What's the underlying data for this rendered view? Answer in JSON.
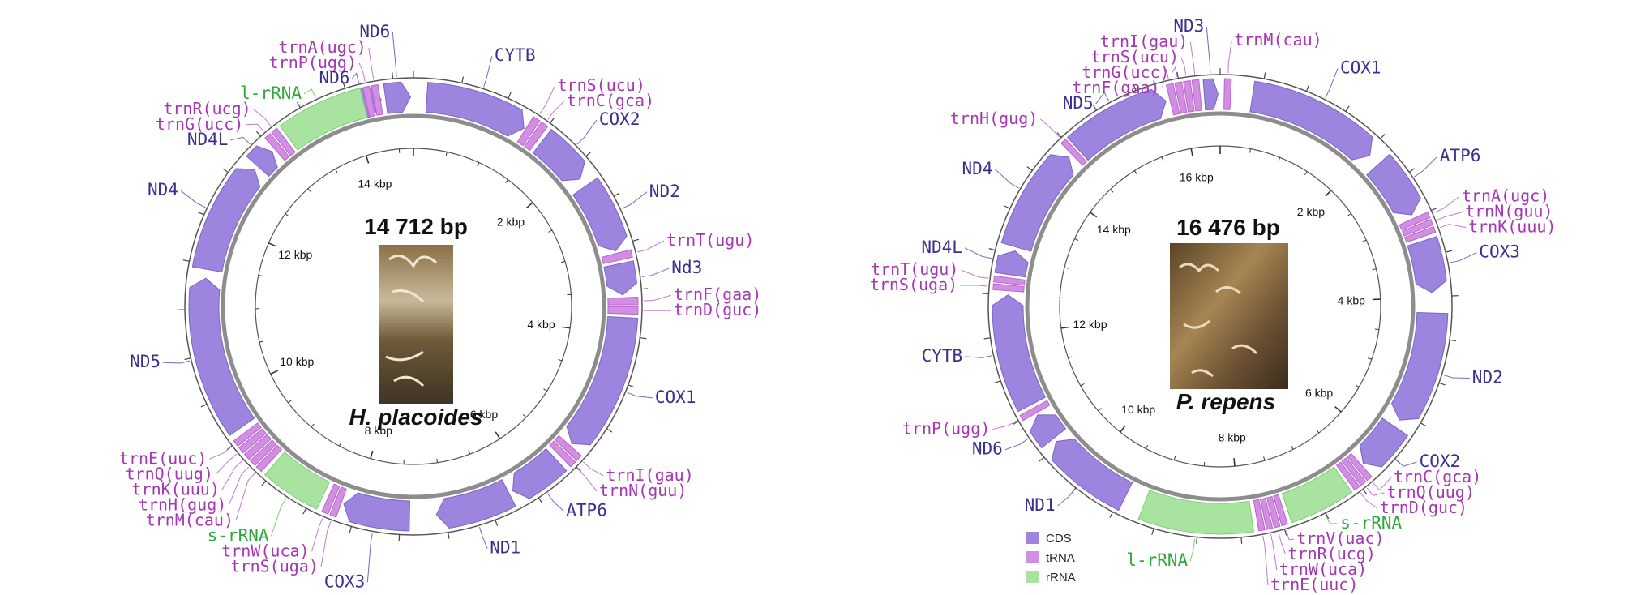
{
  "colors": {
    "cds": "#9d84de",
    "cds_stroke": "#7c64c4",
    "trna": "#d28ee2",
    "rrna": "#a8e4a0",
    "ring": "#7c7c7c"
  },
  "legend": [
    {
      "key": "cds",
      "label": "CDS"
    },
    {
      "key": "trna",
      "label": "tRNA"
    },
    {
      "key": "rrna",
      "label": "rRNA"
    }
  ],
  "maps": [
    {
      "id": "h-placoides",
      "bp_label": "14 712 bp",
      "species": "H. placoides",
      "genome_kbp": 14.712,
      "kbp_ticks": [
        {
          "kbp": 2,
          "label": "2 kbp"
        },
        {
          "kbp": 4,
          "label": "4 kbp"
        },
        {
          "kbp": 6,
          "label": "6 kbp"
        },
        {
          "kbp": 8,
          "label": "8 kbp"
        },
        {
          "kbp": 10,
          "label": "10 kbp"
        },
        {
          "kbp": 12,
          "label": "12 kbp"
        },
        {
          "kbp": 14,
          "label": "14 kbp"
        }
      ],
      "features": [
        {
          "type": "cds",
          "strand": "inner",
          "start": 13.95,
          "end": 14.35,
          "label": "ND6"
        },
        {
          "type": "cds",
          "strand": "inner",
          "start": 14.4,
          "end": 14.68,
          "label": "ND6"
        },
        {
          "type": "cds",
          "strand": "inner",
          "start": 0.15,
          "end": 1.3,
          "label": "CYTB"
        },
        {
          "type": "trna",
          "strand": "inner",
          "start": 1.32,
          "end": 1.4,
          "label": "trnS(ucu)"
        },
        {
          "type": "trna",
          "strand": "inner",
          "start": 1.42,
          "end": 1.5,
          "label": "trnC(gca)"
        },
        {
          "type": "cds",
          "strand": "inner",
          "start": 1.55,
          "end": 2.15,
          "label": "COX2"
        },
        {
          "type": "cds",
          "strand": "inner",
          "start": 2.25,
          "end": 3.05,
          "label": "ND2"
        },
        {
          "type": "trna",
          "strand": "inner",
          "start": 3.08,
          "end": 3.16,
          "label": "trnT(ugu)"
        },
        {
          "type": "cds",
          "strand": "inner",
          "start": 3.2,
          "end": 3.55,
          "label": "Nd3"
        },
        {
          "type": "trna",
          "strand": "inner",
          "start": 3.58,
          "end": 3.66,
          "label": "trnF(gaa)"
        },
        {
          "type": "trna",
          "strand": "inner",
          "start": 3.68,
          "end": 3.76,
          "label": "trnD(guc)"
        },
        {
          "type": "cds",
          "strand": "inner",
          "start": 3.8,
          "end": 5.35,
          "label": "COX1"
        },
        {
          "type": "trna",
          "strand": "inner",
          "start": 5.38,
          "end": 5.45,
          "label": "trnI(gau)"
        },
        {
          "type": "trna",
          "strand": "inner",
          "start": 5.47,
          "end": 5.54,
          "label": "trnN(guu)"
        },
        {
          "type": "cds",
          "strand": "inner",
          "start": 5.6,
          "end": 6.2,
          "label": "ATP6"
        },
        {
          "type": "cds",
          "strand": "inner",
          "start": 6.25,
          "end": 7.1,
          "label": "ND1"
        },
        {
          "type": "cds",
          "strand": "inner",
          "start": 7.4,
          "end": 8.15,
          "label": "COX3"
        },
        {
          "type": "trna",
          "strand": "inner",
          "start": 8.18,
          "end": 8.25,
          "label": "trnS(uga)"
        },
        {
          "type": "trna",
          "strand": "inner",
          "start": 8.27,
          "end": 8.34,
          "label": "trnW(uca)"
        },
        {
          "type": "rrna",
          "strand": "outer",
          "start": 8.4,
          "end": 9.05,
          "label": "s-rRNA"
        },
        {
          "type": "trna",
          "strand": "outer",
          "start": 9.1,
          "end": 9.17,
          "label": "trnM(cau)"
        },
        {
          "type": "trna",
          "strand": "outer",
          "start": 9.19,
          "end": 9.26,
          "label": "trnH(gug)"
        },
        {
          "type": "trna",
          "strand": "outer",
          "start": 9.28,
          "end": 9.35,
          "label": "trnK(uuu)"
        },
        {
          "type": "trna",
          "strand": "outer",
          "start": 9.37,
          "end": 9.44,
          "label": "trnQ(uug)"
        },
        {
          "type": "trna",
          "strand": "outer",
          "start": 9.46,
          "end": 9.53,
          "label": "trnE(uuc)"
        },
        {
          "type": "cds",
          "strand": "inner",
          "start": 9.6,
          "end": 11.35,
          "label": "ND5"
        },
        {
          "type": "cds",
          "strand": "inner",
          "start": 11.45,
          "end": 12.7,
          "label": "ND4"
        },
        {
          "type": "cds",
          "strand": "inner",
          "start": 12.75,
          "end": 12.98,
          "label": "ND4L"
        },
        {
          "type": "trna",
          "strand": "outer",
          "start": 13.02,
          "end": 13.09,
          "label": "trnG(ucc)"
        },
        {
          "type": "trna",
          "strand": "outer",
          "start": 13.11,
          "end": 13.18,
          "label": "trnR(ucg)"
        },
        {
          "type": "rrna",
          "strand": "outer",
          "start": 13.22,
          "end": 14.15,
          "label": "l-rRNA"
        },
        {
          "type": "trna",
          "strand": "outer",
          "start": 14.18,
          "end": 14.25,
          "label": "trnP(ugg)"
        },
        {
          "type": "trna",
          "strand": "outer",
          "start": 14.27,
          "end": 14.34,
          "label": "trnA(ugc)"
        }
      ]
    },
    {
      "id": "p-repens",
      "bp_label": "16 476 bp",
      "species": "P. repens",
      "genome_kbp": 16.476,
      "kbp_ticks": [
        {
          "kbp": 2,
          "label": "2 kbp"
        },
        {
          "kbp": 4,
          "label": "4 kbp"
        },
        {
          "kbp": 6,
          "label": "6 kbp"
        },
        {
          "kbp": 8,
          "label": "8 kbp"
        },
        {
          "kbp": 10,
          "label": "10 kbp"
        },
        {
          "kbp": 12,
          "label": "12 kbp"
        },
        {
          "kbp": 14,
          "label": "14 kbp"
        },
        {
          "kbp": 16,
          "label": "16 kbp"
        }
      ],
      "features": [
        {
          "type": "trna",
          "strand": "outer",
          "start": 15.85,
          "end": 15.93,
          "label": "trnF(gaa)"
        },
        {
          "type": "trna",
          "strand": "outer",
          "start": 15.95,
          "end": 16.03,
          "label": "trnG(ucc)"
        },
        {
          "type": "trna",
          "strand": "outer",
          "start": 16.05,
          "end": 16.13,
          "label": "trnS(ucu)"
        },
        {
          "type": "trna",
          "strand": "outer",
          "start": 16.15,
          "end": 16.23,
          "label": "trnI(gau)"
        },
        {
          "type": "cds",
          "strand": "inner",
          "start": 16.28,
          "end": 16.45,
          "label": "ND3"
        },
        {
          "type": "trna",
          "strand": "outer",
          "start": 0.05,
          "end": 0.13,
          "label": "trnM(cau)"
        },
        {
          "type": "cds",
          "strand": "inner",
          "start": 0.4,
          "end": 2.05,
          "label": "COX1"
        },
        {
          "type": "cds",
          "strand": "inner",
          "start": 2.2,
          "end": 2.95,
          "label": "ATP6"
        },
        {
          "type": "trna",
          "strand": "outer",
          "start": 3.0,
          "end": 3.07,
          "label": "trnA(ugc)"
        },
        {
          "type": "trna",
          "strand": "outer",
          "start": 3.09,
          "end": 3.16,
          "label": "trnN(guu)"
        },
        {
          "type": "trna",
          "strand": "outer",
          "start": 3.18,
          "end": 3.25,
          "label": "trnK(uuu)"
        },
        {
          "type": "cds",
          "strand": "inner",
          "start": 3.3,
          "end": 3.95,
          "label": "COX3"
        },
        {
          "type": "cds",
          "strand": "inner",
          "start": 4.2,
          "end": 5.6,
          "label": "ND2"
        },
        {
          "type": "cds",
          "strand": "inner",
          "start": 5.7,
          "end": 6.3,
          "label": "COX2"
        },
        {
          "type": "trna",
          "strand": "outer",
          "start": 6.33,
          "end": 6.4,
          "label": "trnC(gca)"
        },
        {
          "type": "trna",
          "strand": "outer",
          "start": 6.42,
          "end": 6.49,
          "label": "trnQ(uug)"
        },
        {
          "type": "trna",
          "strand": "outer",
          "start": 6.51,
          "end": 6.58,
          "label": "trnD(guc)"
        },
        {
          "type": "rrna",
          "strand": "outer",
          "start": 6.62,
          "end": 7.4,
          "label": "s-rRNA"
        },
        {
          "type": "trna",
          "strand": "outer",
          "start": 7.45,
          "end": 7.52,
          "label": "trnV(uac)"
        },
        {
          "type": "trna",
          "strand": "outer",
          "start": 7.54,
          "end": 7.61,
          "label": "trnR(ucg)"
        },
        {
          "type": "trna",
          "strand": "outer",
          "start": 7.63,
          "end": 7.7,
          "label": "trnW(uca)"
        },
        {
          "type": "trna",
          "strand": "outer",
          "start": 7.72,
          "end": 7.79,
          "label": "trnE(uuc)"
        },
        {
          "type": "rrna",
          "strand": "outer",
          "start": 7.85,
          "end": 9.2,
          "label": "l-rRNA"
        },
        {
          "type": "cds",
          "strand": "inner",
          "start": 9.45,
          "end": 10.55,
          "label": "ND1"
        },
        {
          "type": "cds",
          "strand": "inner",
          "start": 10.6,
          "end": 10.95,
          "label": "ND6"
        },
        {
          "type": "trna",
          "strand": "outer",
          "start": 10.98,
          "end": 11.05,
          "label": "trnP(ugg)"
        },
        {
          "type": "cds",
          "strand": "inner",
          "start": 11.1,
          "end": 12.5,
          "label": "CYTB"
        },
        {
          "type": "trna",
          "strand": "outer",
          "start": 12.55,
          "end": 12.62,
          "label": "trnS(uga)"
        },
        {
          "type": "trna",
          "strand": "outer",
          "start": 12.64,
          "end": 12.71,
          "label": "trnT(ugu)"
        },
        {
          "type": "cds",
          "strand": "inner",
          "start": 12.75,
          "end": 13.05,
          "label": "ND4L"
        },
        {
          "type": "cds",
          "strand": "inner",
          "start": 13.1,
          "end": 14.4,
          "label": "ND4"
        },
        {
          "type": "trna",
          "strand": "outer",
          "start": 14.45,
          "end": 14.52,
          "label": "trnH(gug)"
        },
        {
          "type": "cds",
          "strand": "inner",
          "start": 14.55,
          "end": 15.8,
          "label": "ND5"
        }
      ]
    }
  ]
}
